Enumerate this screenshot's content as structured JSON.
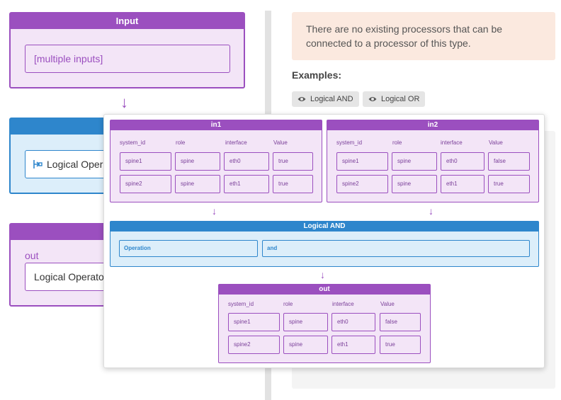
{
  "left": {
    "input_card": {
      "title": "Input",
      "value": "[multiple inputs]"
    },
    "operator_card": {
      "title_visible": "Lo",
      "value": "Logical Operat"
    },
    "output_card": {
      "label": "out",
      "value": "Logical Operator"
    }
  },
  "right": {
    "notice": "There are no existing processors that can be connected to a processor of this type.",
    "examples_title": "Examples:",
    "examples": [
      {
        "label": "Logical AND",
        "icon": "eye-icon"
      },
      {
        "label": "Logical OR",
        "icon": "eye-icon"
      }
    ]
  },
  "preview": {
    "in1": {
      "title": "in1",
      "columns": [
        "system_id",
        "role",
        "interface",
        "Value"
      ],
      "rows": [
        [
          "spine1",
          "spine",
          "eth0",
          "true"
        ],
        [
          "spine2",
          "spine",
          "eth1",
          "true"
        ]
      ]
    },
    "in2": {
      "title": "in2",
      "columns": [
        "system_id",
        "role",
        "interface",
        "Value"
      ],
      "rows": [
        [
          "spine1",
          "spine",
          "eth0",
          "false"
        ],
        [
          "spine2",
          "spine",
          "eth1",
          "true"
        ]
      ]
    },
    "operator": {
      "title": "Logical AND",
      "field_label": "Operation",
      "field_value": "and"
    },
    "out": {
      "title": "out",
      "columns": [
        "system_id",
        "role",
        "interface",
        "Value"
      ],
      "rows": [
        [
          "spine1",
          "spine",
          "eth0",
          "false"
        ],
        [
          "spine2",
          "spine",
          "eth1",
          "true"
        ]
      ]
    }
  },
  "colors": {
    "purple": "#9b4fbf",
    "blue": "#2e86cc",
    "notice_bg": "#fbe9df"
  }
}
